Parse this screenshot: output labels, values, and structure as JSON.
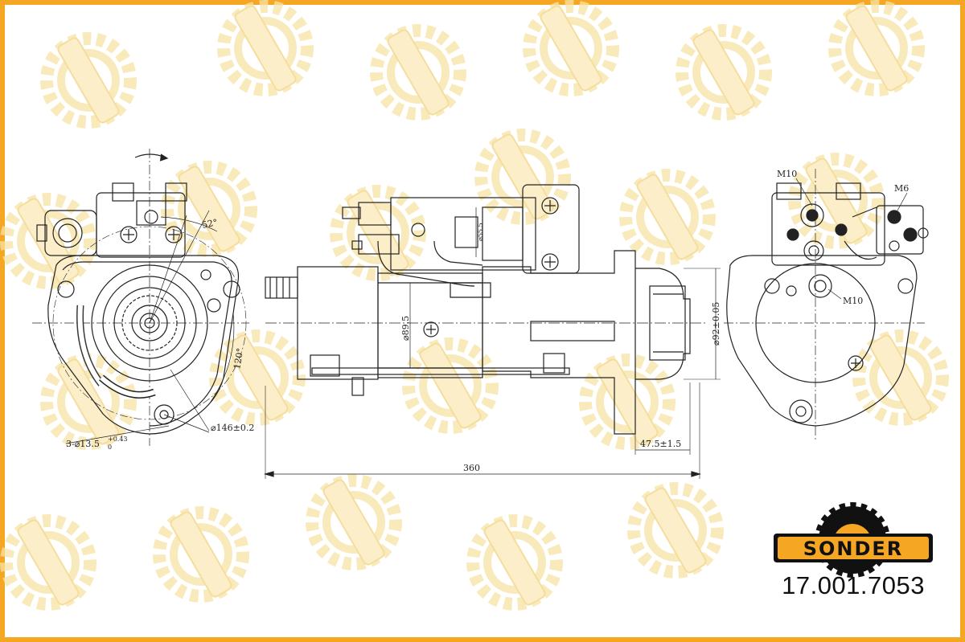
{
  "brand": {
    "logo_text": "SONDER",
    "accent_color": "#f5a623",
    "logo_fill": "#f5a623",
    "logo_outline": "#111111"
  },
  "part_code": "17.001.7053",
  "front_view": {
    "angle_top": "52°",
    "angle_side": "120°",
    "pitch_circle": "⌀146±0.2",
    "bolt_holes_main": "3-⌀13.5",
    "bolt_holes_tol_upper": "+0.43",
    "bolt_holes_tol_lower": "0"
  },
  "side_view": {
    "body_diameter": "⌀89.5",
    "solenoid_diameter": "⌀55.5",
    "pilot_diameter": "⌀92±0.05",
    "pinion_offset": "47.5±1.5",
    "overall_length": "360"
  },
  "rear_view": {
    "terminal_top_left": "M10",
    "terminal_top_right": "M6",
    "terminal_bottom": "M10"
  }
}
